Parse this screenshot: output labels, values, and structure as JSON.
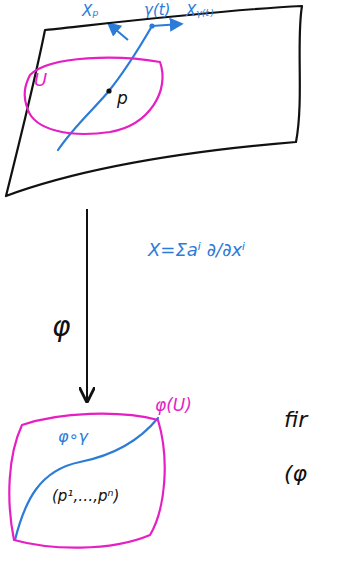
{
  "diagram": {
    "nodes": [
      {
        "text": [
          "Xₚ",
          "γ(t)",
          "Xᵧ₍ₜ₎"
        ]
      },
      {
        "text": [
          "U",
          "p"
        ],
        "in": 0
      },
      {
        "text": [
          "φ(U)",
          "φ∘γ",
          "(p¹,…,pⁿ)"
        ]
      }
    ],
    "edges": [
      {
        "from": 0,
        "to": 2,
        "arrow": "to",
        "label": "φ"
      }
    ],
    "labels": [
      "X=Σaⁱ ∂/∂xⁱ",
      "fir",
      "(φ"
    ]
  }
}
